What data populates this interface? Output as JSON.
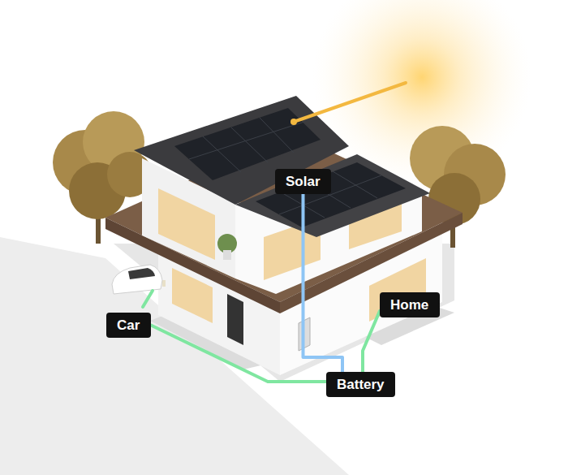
{
  "diagram": {
    "nodes": [
      {
        "text": [
          "Solar"
        ]
      },
      {
        "text": [
          "Home"
        ]
      },
      {
        "text": [
          "Car"
        ]
      },
      {
        "text": [
          "Battery"
        ]
      }
    ],
    "edges": [
      {
        "from": 0,
        "to": 3,
        "arrow": "none"
      },
      {
        "from": 3,
        "to": 2,
        "arrow": "none"
      },
      {
        "from": 3,
        "to": 1,
        "arrow": "none"
      }
    ]
  }
}
